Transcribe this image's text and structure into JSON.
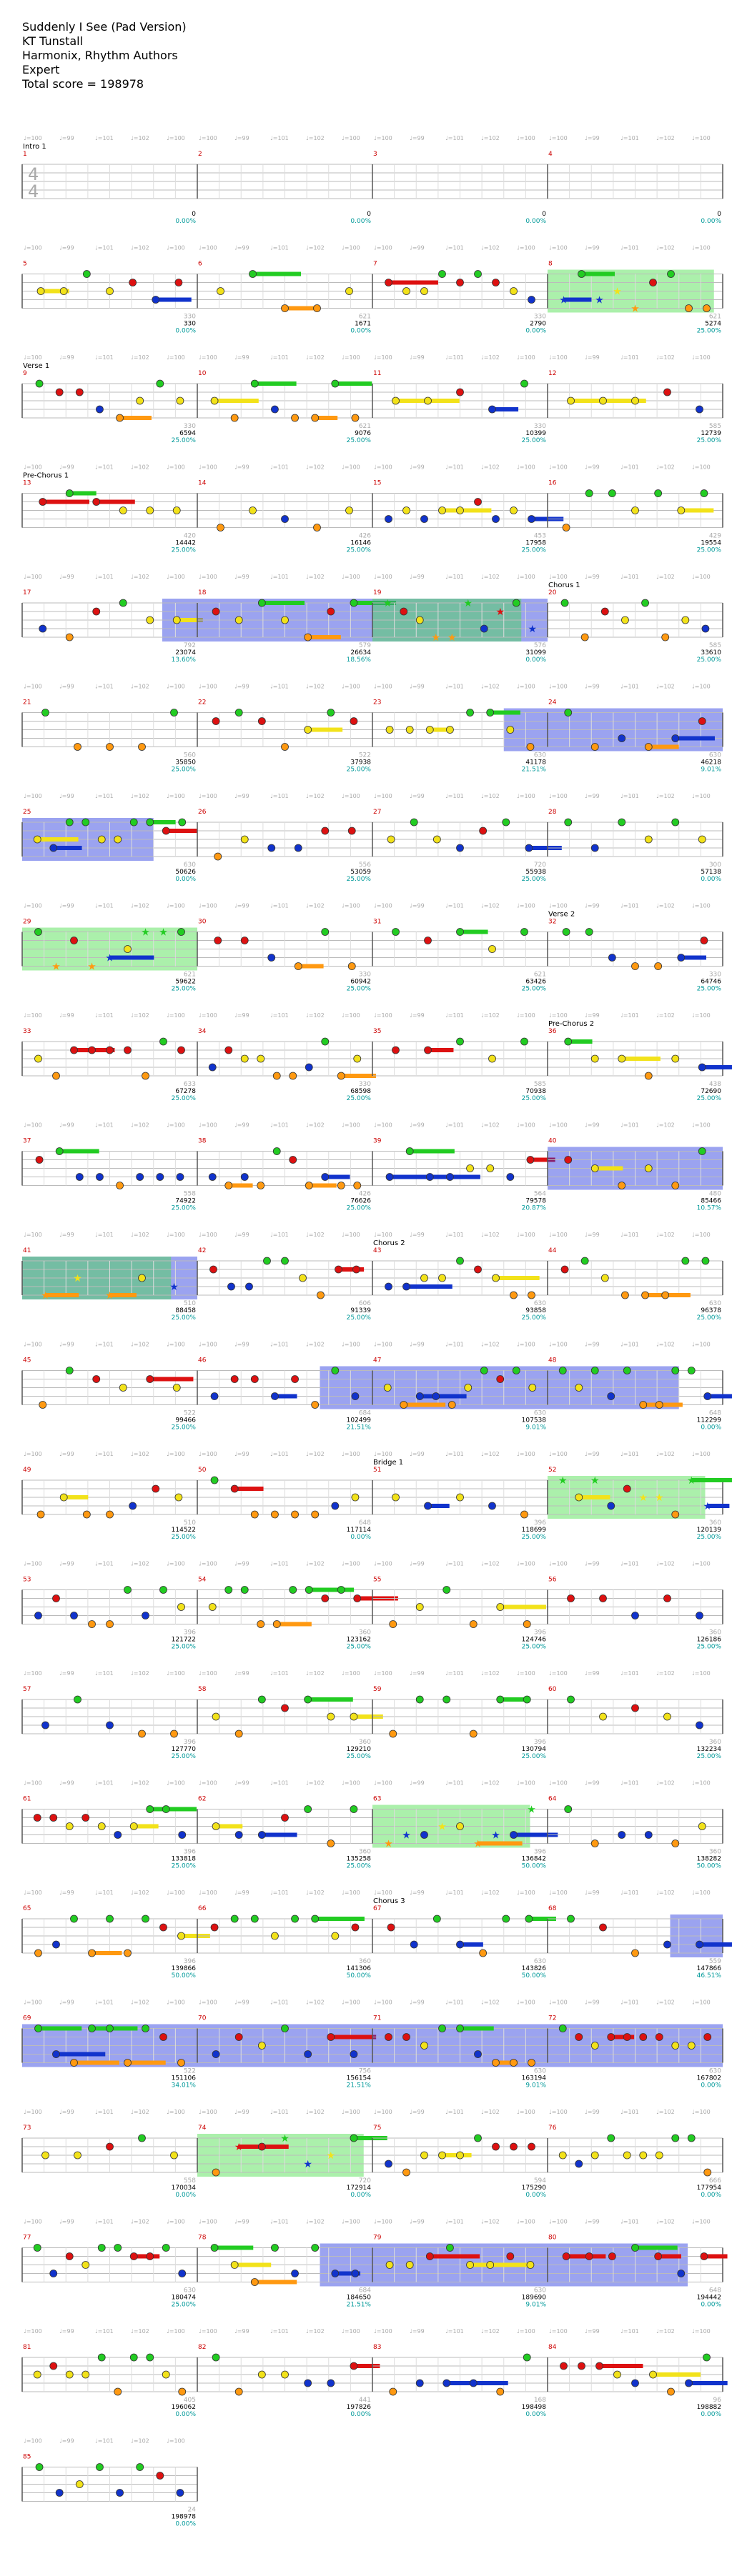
{
  "song": {
    "title": "Suddenly I See (Pad Version)",
    "artist": "KT Tunstall",
    "charter": "Harmonix, Rhythm Authors",
    "difficulty": "Expert",
    "total_score_text": "Total score = 198978"
  },
  "time_signature": {
    "top": "4",
    "bottom": "4"
  },
  "tempo_labels": [
    "♩=100",
    "♩=99",
    "♩=101",
    "♩=102",
    "♩=100"
  ],
  "lanes": {
    "colors": [
      "#22cc22",
      "#dd1111",
      "#f2e21a",
      "#1133cc",
      "#ff9911"
    ],
    "names": [
      "green",
      "red",
      "yellow",
      "blue",
      "orange"
    ]
  },
  "colors": {
    "star_power": "#44dd44",
    "overdrive": "#2233dd",
    "score_pct": "#009999",
    "measure_num": "#cc0000"
  },
  "measures": [
    {
      "n": "1",
      "notes": "",
      "score": "0",
      "pct": "0.00%",
      "sec": "Intro 1",
      "sub": ""
    },
    {
      "n": "2",
      "notes": "",
      "score": "0",
      "pct": "0.00%",
      "sec": "",
      "sub": ""
    },
    {
      "n": "3",
      "notes": "",
      "score": "0",
      "pct": "0.00%",
      "sec": "",
      "sub": ""
    },
    {
      "n": "4",
      "notes": "",
      "score": "0",
      "pct": "0.00%",
      "sec": "",
      "sub": ""
    },
    {
      "n": "5",
      "notes": "",
      "score": "330",
      "pct": "0.00%",
      "sec": "",
      "sub": "330"
    },
    {
      "n": "6",
      "notes": "",
      "score": "1671",
      "pct": "0.00%",
      "sec": "",
      "sub": "621"
    },
    {
      "n": "7",
      "notes": "",
      "score": "2790",
      "pct": "0.00%",
      "sec": "",
      "sub": "330"
    },
    {
      "n": "8",
      "notes": "",
      "score": "5274",
      "pct": "25.00%",
      "sec": "",
      "sub": "621"
    },
    {
      "n": "9",
      "notes": "",
      "score": "6594",
      "pct": "25.00%",
      "sec": "Verse 1",
      "sub": "330"
    },
    {
      "n": "10",
      "notes": "",
      "score": "9076",
      "pct": "25.00%",
      "sec": "",
      "sub": "621"
    },
    {
      "n": "11",
      "notes": "",
      "score": "10399",
      "pct": "25.00%",
      "sec": "",
      "sub": "330"
    },
    {
      "n": "12",
      "notes": "",
      "score": "12739",
      "pct": "25.00%",
      "sec": "",
      "sub": "585"
    },
    {
      "n": "13",
      "notes": "",
      "score": "14442",
      "pct": "25.00%",
      "sec": "Pre-Chorus 1",
      "sub": "420"
    },
    {
      "n": "14",
      "notes": "",
      "score": "16146",
      "pct": "25.00%",
      "sec": "",
      "sub": "426"
    },
    {
      "n": "15",
      "notes": "",
      "score": "17958",
      "pct": "25.00%",
      "sec": "",
      "sub": "453"
    },
    {
      "n": "16",
      "notes": "",
      "score": "19554",
      "pct": "25.00%",
      "sec": "",
      "sub": "429"
    },
    {
      "n": "17",
      "notes": "",
      "score": "23074",
      "pct": "13.60%",
      "sec": "",
      "sub": "792"
    },
    {
      "n": "18",
      "notes": "",
      "score": "26634",
      "pct": "18.56%",
      "sec": "",
      "sub": "579"
    },
    {
      "n": "19",
      "notes": "",
      "score": "31099",
      "pct": "0.00%",
      "sec": "",
      "sub": "576"
    },
    {
      "n": "20",
      "notes": "",
      "score": "33610",
      "pct": "25.00%",
      "sec": "Chorus 1",
      "sub": "585"
    },
    {
      "n": "21",
      "notes": "",
      "score": "35850",
      "pct": "25.00%",
      "sec": "",
      "sub": "560"
    },
    {
      "n": "22",
      "notes": "",
      "score": "37938",
      "pct": "25.00%",
      "sec": "",
      "sub": "522"
    },
    {
      "n": "23",
      "notes": "",
      "score": "41178",
      "pct": "21.51%",
      "sec": "",
      "sub": "630"
    },
    {
      "n": "24",
      "notes": "",
      "score": "46218",
      "pct": "9.01%",
      "sec": "",
      "sub": "630"
    },
    {
      "n": "25",
      "notes": "",
      "score": "50626",
      "pct": "0.00%",
      "sec": "",
      "sub": "630"
    },
    {
      "n": "26",
      "notes": "",
      "score": "53059",
      "pct": "25.00%",
      "sec": "",
      "sub": "556"
    },
    {
      "n": "27",
      "notes": "",
      "score": "55938",
      "pct": "25.00%",
      "sec": "",
      "sub": "720"
    },
    {
      "n": "28",
      "notes": "",
      "score": "57138",
      "pct": "0.00%",
      "sec": "",
      "sub": "300"
    },
    {
      "n": "29",
      "notes": "",
      "score": "59622",
      "pct": "25.00%",
      "sec": "",
      "sub": "621"
    },
    {
      "n": "30",
      "notes": "",
      "score": "60942",
      "pct": "25.00%",
      "sec": "",
      "sub": "330"
    },
    {
      "n": "31",
      "notes": "",
      "score": "63426",
      "pct": "25.00%",
      "sec": "",
      "sub": "621"
    },
    {
      "n": "32",
      "notes": "",
      "score": "64746",
      "pct": "25.00%",
      "sec": "Verse 2",
      "sub": "330"
    },
    {
      "n": "33",
      "notes": "",
      "score": "67278",
      "pct": "25.00%",
      "sec": "",
      "sub": "633"
    },
    {
      "n": "34",
      "notes": "",
      "score": "68598",
      "pct": "25.00%",
      "sec": "",
      "sub": "330"
    },
    {
      "n": "35",
      "notes": "",
      "score": "70938",
      "pct": "25.00%",
      "sec": "",
      "sub": "585"
    },
    {
      "n": "36",
      "notes": "",
      "score": "72690",
      "pct": "25.00%",
      "sec": "Pre-Chorus 2",
      "sub": "438"
    },
    {
      "n": "37",
      "notes": "",
      "score": "74922",
      "pct": "25.00%",
      "sec": "",
      "sub": "558"
    },
    {
      "n": "38",
      "notes": "",
      "score": "76626",
      "pct": "25.00%",
      "sec": "",
      "sub": "426"
    },
    {
      "n": "39",
      "notes": "",
      "score": "79578",
      "pct": "20.87%",
      "sec": "",
      "sub": "564"
    },
    {
      "n": "40",
      "notes": "",
      "score": "85466",
      "pct": "10.57%",
      "sec": "",
      "sub": "480"
    },
    {
      "n": "41",
      "notes": "",
      "score": "88458",
      "pct": "25.00%",
      "sec": "",
      "sub": "510"
    },
    {
      "n": "42",
      "notes": "",
      "score": "91339",
      "pct": "25.00%",
      "sec": "",
      "sub": "606"
    },
    {
      "n": "43",
      "notes": "",
      "score": "93858",
      "pct": "25.00%",
      "sec": "Chorus 2",
      "sub": "630"
    },
    {
      "n": "44",
      "notes": "",
      "score": "96378",
      "pct": "25.00%",
      "sec": "",
      "sub": "630"
    },
    {
      "n": "45",
      "notes": "",
      "score": "99466",
      "pct": "25.00%",
      "sec": "",
      "sub": "522"
    },
    {
      "n": "46",
      "notes": "",
      "score": "102499",
      "pct": "21.51%",
      "sec": "",
      "sub": "684"
    },
    {
      "n": "47",
      "notes": "",
      "score": "107538",
      "pct": "9.01%",
      "sec": "",
      "sub": "630"
    },
    {
      "n": "48",
      "notes": "",
      "score": "112299",
      "pct": "0.00%",
      "sec": "",
      "sub": "648"
    },
    {
      "n": "49",
      "notes": "",
      "score": "114522",
      "pct": "25.00%",
      "sec": "",
      "sub": "510"
    },
    {
      "n": "50",
      "notes": "",
      "score": "117114",
      "pct": "0.00%",
      "sec": "",
      "sub": "648"
    },
    {
      "n": "51",
      "notes": "",
      "score": "118699",
      "pct": "25.00%",
      "sec": "Bridge 1",
      "sub": "396"
    },
    {
      "n": "52",
      "notes": "",
      "score": "120139",
      "pct": "25.00%",
      "sec": "",
      "sub": "360"
    },
    {
      "n": "53",
      "notes": "",
      "score": "121722",
      "pct": "25.00%",
      "sec": "",
      "sub": "396"
    },
    {
      "n": "54",
      "notes": "",
      "score": "123162",
      "pct": "25.00%",
      "sec": "",
      "sub": "360"
    },
    {
      "n": "55",
      "notes": "",
      "score": "124746",
      "pct": "25.00%",
      "sec": "",
      "sub": "396"
    },
    {
      "n": "56",
      "notes": "",
      "score": "126186",
      "pct": "25.00%",
      "sec": "",
      "sub": "360"
    },
    {
      "n": "57",
      "notes": "",
      "score": "127770",
      "pct": "25.00%",
      "sec": "",
      "sub": "396"
    },
    {
      "n": "58",
      "notes": "",
      "score": "129210",
      "pct": "25.00%",
      "sec": "",
      "sub": "360"
    },
    {
      "n": "59",
      "notes": "",
      "score": "130794",
      "pct": "25.00%",
      "sec": "",
      "sub": "396"
    },
    {
      "n": "60",
      "notes": "",
      "score": "132234",
      "pct": "25.00%",
      "sec": "",
      "sub": "360"
    },
    {
      "n": "61",
      "notes": "",
      "score": "133818",
      "pct": "25.00%",
      "sec": "",
      "sub": "396"
    },
    {
      "n": "62",
      "notes": "",
      "score": "135258",
      "pct": "25.00%",
      "sec": "",
      "sub": "360"
    },
    {
      "n": "63",
      "notes": "",
      "score": "136842",
      "pct": "50.00%",
      "sec": "",
      "sub": "396"
    },
    {
      "n": "64",
      "notes": "",
      "score": "138282",
      "pct": "50.00%",
      "sec": "",
      "sub": "360"
    },
    {
      "n": "65",
      "notes": "",
      "score": "139866",
      "pct": "50.00%",
      "sec": "",
      "sub": "396"
    },
    {
      "n": "66",
      "notes": "",
      "score": "141306",
      "pct": "50.00%",
      "sec": "",
      "sub": "360"
    },
    {
      "n": "67",
      "notes": "",
      "score": "143826",
      "pct": "50.00%",
      "sec": "Chorus 3",
      "sub": "630"
    },
    {
      "n": "68",
      "notes": "",
      "score": "147866",
      "pct": "46.51%",
      "sec": "",
      "sub": "559"
    },
    {
      "n": "69",
      "notes": "",
      "score": "151106",
      "pct": "34.01%",
      "sec": "",
      "sub": "522"
    },
    {
      "n": "70",
      "notes": "",
      "score": "156154",
      "pct": "21.51%",
      "sec": "",
      "sub": "756"
    },
    {
      "n": "71",
      "notes": "",
      "score": "163194",
      "pct": "9.01%",
      "sec": "",
      "sub": "630"
    },
    {
      "n": "72",
      "notes": "",
      "score": "167802",
      "pct": "0.00%",
      "sec": "",
      "sub": "630"
    },
    {
      "n": "73",
      "notes": "",
      "score": "170034",
      "pct": "0.00%",
      "sec": "",
      "sub": "558"
    },
    {
      "n": "74",
      "notes": "",
      "score": "172914",
      "pct": "0.00%",
      "sec": "",
      "sub": "720"
    },
    {
      "n": "75",
      "notes": "",
      "score": "175290",
      "pct": "0.00%",
      "sec": "",
      "sub": "594"
    },
    {
      "n": "76",
      "notes": "",
      "score": "177954",
      "pct": "0.00%",
      "sec": "",
      "sub": "666"
    },
    {
      "n": "77",
      "notes": "",
      "score": "180474",
      "pct": "25.00%",
      "sec": "",
      "sub": "630"
    },
    {
      "n": "78",
      "notes": "",
      "score": "184650",
      "pct": "21.51%",
      "sec": "",
      "sub": "684"
    },
    {
      "n": "79",
      "notes": "",
      "score": "189690",
      "pct": "9.01%",
      "sec": "",
      "sub": "630"
    },
    {
      "n": "80",
      "notes": "",
      "score": "194442",
      "pct": "0.00%",
      "sec": "",
      "sub": "648"
    },
    {
      "n": "81",
      "notes": "",
      "score": "196062",
      "pct": "0.00%",
      "sec": "",
      "sub": "405"
    },
    {
      "n": "82",
      "notes": "",
      "score": "197826",
      "pct": "0.00%",
      "sec": "",
      "sub": "441"
    },
    {
      "n": "83",
      "notes": "",
      "score": "198498",
      "pct": "0.00%",
      "sec": "",
      "sub": "168"
    },
    {
      "n": "84",
      "notes": "",
      "score": "198882",
      "pct": "0.00%",
      "sec": "",
      "sub": "96"
    },
    {
      "n": "85",
      "notes": "",
      "score": "198978",
      "pct": "0.00%",
      "sec": "",
      "sub": "24"
    }
  ]
}
